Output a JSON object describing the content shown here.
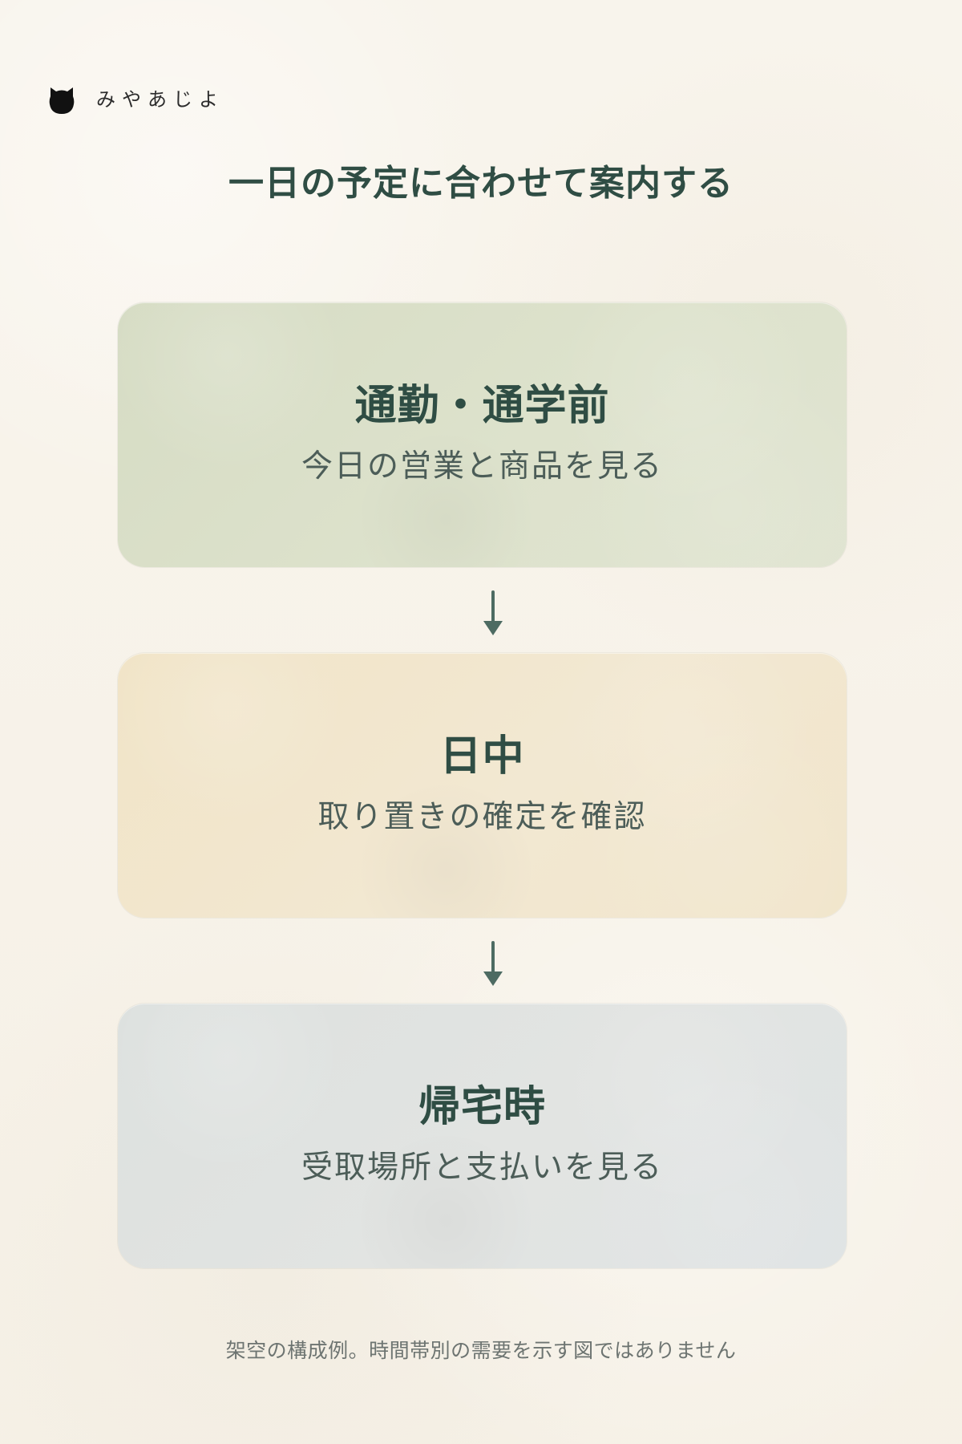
{
  "brand": {
    "name": "みやあじよ",
    "icon": "cat-icon"
  },
  "page": {
    "title": "一日の予定に合わせて案内する"
  },
  "steps": [
    {
      "title": "通勤・通学前",
      "description": "今日の営業と商品を見る",
      "color": "#d9dec8"
    },
    {
      "title": "日中",
      "description": "取り置きの確定を確認",
      "color": "#f2e7cf"
    },
    {
      "title": "帰宅時",
      "description": "受取場所と支払いを見る",
      "color": "#dfe3e2"
    }
  ],
  "flow": {
    "arrow_icon": "arrow-down-icon",
    "arrow_color": "#4d6b62"
  },
  "footer": {
    "note": "架空の構成例。時間帯別の需要を示す図ではありません"
  }
}
